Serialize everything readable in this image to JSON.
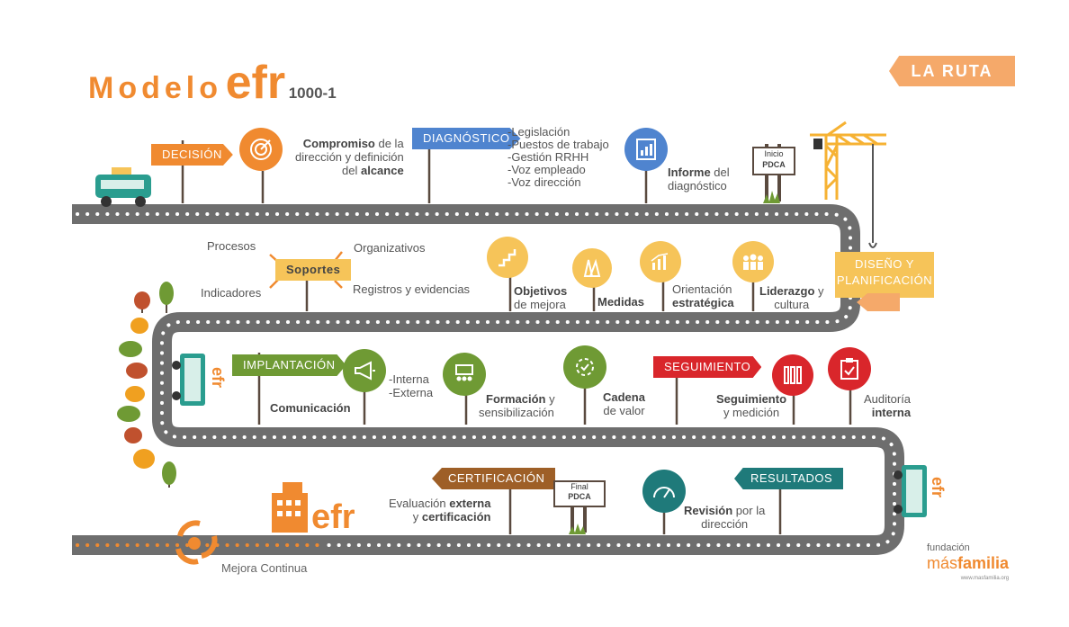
{
  "header": {
    "title_word": "Modelo",
    "title_brand": "efr",
    "title_number": "1000-1",
    "ribbon": "LA RUTA"
  },
  "colors": {
    "orange": "#f08a30",
    "road": "#6e6e6e",
    "blue": "#4f84cf",
    "green": "#6f9a34",
    "red": "#d9262b",
    "brown": "#9e5f27",
    "teal": "#1f7a7a",
    "yellow": "#f6c459"
  },
  "row1": {
    "decision": "DECISIÓN",
    "compromiso_b1": "Compromiso",
    "compromiso_t1": " de la",
    "compromiso_t2": "dirección y definición",
    "compromiso_t3": "del ",
    "compromiso_b3": "alcance",
    "diagnostico": "DIAGNÓSTICO",
    "diag_list": [
      "-Legislación",
      "-Puestos de trabajo",
      "-Gestión RRHH",
      "-Voz empleado",
      "-Voz dirección"
    ],
    "informe_b": "Informe",
    "informe_t1": " del",
    "informe_t2": "diagnóstico",
    "inicio_1": "Inicio",
    "inicio_2": "PDCA"
  },
  "row2": {
    "soportes": "Soportes",
    "procesos": "Procesos",
    "organizativos": "Organizativos",
    "indicadores": "Indicadores",
    "registros": "Registros y evidencias",
    "objetivos_b": "Objetivos",
    "objetivos_t": "de mejora",
    "medidas_b": "Medidas",
    "orientacion_t": "Orientación",
    "orientacion_b": "estratégica",
    "liderazgo_b": "Liderazgo",
    "liderazgo_t1": " y",
    "liderazgo_t2": "cultura",
    "diseno_1": "DISEÑO Y",
    "diseno_2": "PLANIFICACIÓN"
  },
  "row3": {
    "implantacion": "IMPLANTACIÓN",
    "comunicacion": "Comunicación",
    "interna": "-Interna",
    "externa": "-Externa",
    "formacion_b": "Formación",
    "formacion_t1": " y",
    "formacion_t2": "sensibilización",
    "cadena_b": "Cadena",
    "cadena_t": "de valor",
    "seguimiento_sign": "SEGUIMIENTO",
    "seguimiento_b": "Seguimiento",
    "seguimiento_t": "y medición",
    "auditoria_t": "Auditoría",
    "auditoria_b": "interna",
    "bus_logo": "efr"
  },
  "row4": {
    "certificacion": "CERTIFICACIÓN",
    "evaluacion_t1": "Evaluación ",
    "evaluacion_b1": "externa",
    "evaluacion_t2": "y ",
    "evaluacion_b2": "certificación",
    "final_1": "Final",
    "final_2": "PDCA",
    "revision_b": "Revisión",
    "revision_t1": " por la",
    "revision_t2": "dirección",
    "resultados": "RESULTADOS",
    "building_logo": "efr",
    "mejora": "Mejora Continua",
    "bus_logo": "efr"
  },
  "footer": {
    "fundacion": "fundación",
    "mas": "más",
    "familia": "familia",
    "url": "www.masfamilia.org"
  }
}
